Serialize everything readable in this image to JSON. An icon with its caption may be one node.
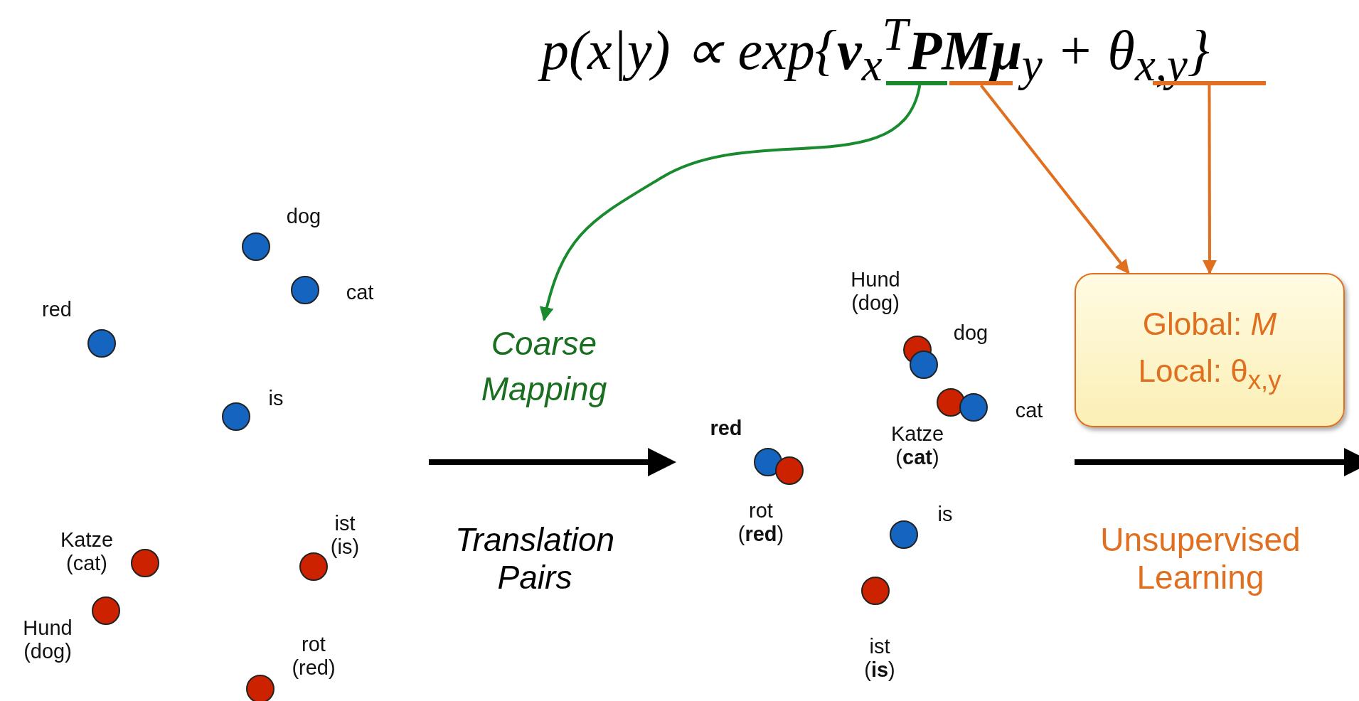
{
  "diagram": {
    "nodes": [
      {
        "text": [],
        "shape": "bar"
      },
      {
        "text": [],
        "shape": "bar"
      },
      {
        "text": [],
        "shape": "bar"
      },
      {
        "text": [
          "Coarse Mapping"
        ]
      },
      {
        "text": [
          "Global: *M*",
          "Local: θ$_{x,y}$"
        ]
      }
    ],
    "edges": [
      {
        "from": 0,
        "to": 3,
        "arrow": "to",
        "color": "#1a8a2e"
      },
      {
        "from": 1,
        "to": 4,
        "arrow": "to"
      },
      {
        "from": 2,
        "to": 4,
        "arrow": "to"
      }
    ],
    "labels": [
      "p(x|y) ∝ exp{**v**$_{x}$$^{T}$**PMμ**$_{y}$ + θ$_{x,y}$}",
      "dog",
      "cat",
      "red",
      "is",
      "ist (is)",
      "Katze (cat)",
      "Hund (dog)",
      "rot (red)",
      "Translation Pairs",
      "Hund (dog)",
      "dog",
      "cat",
      "Katze (**cat**)",
      "red",
      "rot (**red**)",
      "is",
      "ist (**is**)",
      "Unsupervised Learning"
    ]
  }
}
